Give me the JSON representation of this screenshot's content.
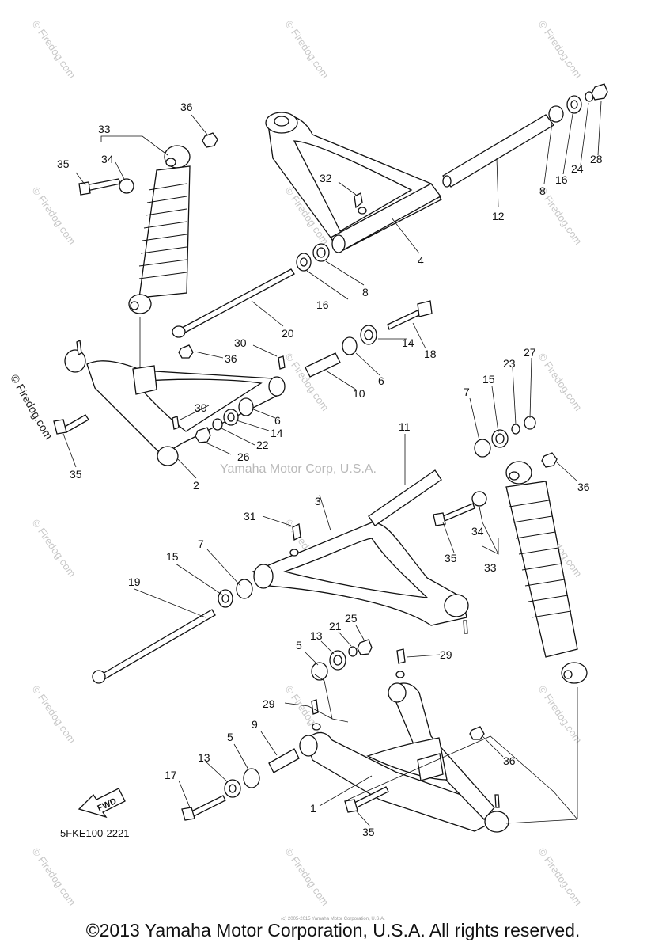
{
  "watermark": {
    "site": "© Firedog.com",
    "center": "Yamaha Motor Corp, U.S.A."
  },
  "fwd_label": "FWD",
  "diagram_code": "5FKE100-2221",
  "copyright": "©2013 Yamaha Motor Corporation, U.S.A. All rights reserved.",
  "tiny_credit": "(c) 2005-2015 Yamaha Motor Corporation, U.S.A.",
  "callouts": [
    "1",
    "2",
    "3",
    "4",
    "5",
    "5",
    "6",
    "6",
    "7",
    "7",
    "8",
    "8",
    "9",
    "10",
    "11",
    "12",
    "13",
    "13",
    "14",
    "14",
    "15",
    "15",
    "16",
    "16",
    "17",
    "18",
    "19",
    "20",
    "21",
    "22",
    "23",
    "24",
    "25",
    "26",
    "27",
    "28",
    "29",
    "29",
    "30",
    "30",
    "31",
    "32",
    "33",
    "33",
    "34",
    "34",
    "35",
    "35",
    "35",
    "35",
    "36",
    "36",
    "36",
    "36"
  ],
  "colors": {
    "ink": "#111111",
    "watermark": "#c8c8c8"
  }
}
